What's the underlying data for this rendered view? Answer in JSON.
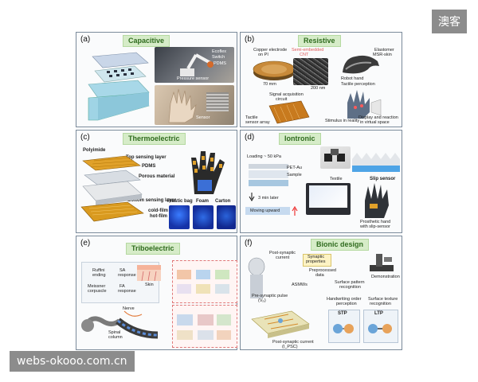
{
  "watermark_top": "澳客",
  "watermark_bottom": "webs-okooo.com.cn",
  "panels": {
    "a": {
      "label": "(a)",
      "title": "Capacitive",
      "annotations": [
        "Ecoflex",
        "Switch",
        "PDMS",
        "Sensor",
        "Pressure sensor"
      ]
    },
    "b": {
      "label": "(b)",
      "title": "Resistive",
      "annotations": [
        "Copper electrode",
        "on PI",
        "Semi-embedded",
        "CNT",
        "70 mm",
        "200 nm",
        "Elastomer",
        "MSR-skin",
        "Robot hand",
        "Signal acquisition",
        "circuit",
        "Tactile",
        "sensor array",
        "Tactile perception",
        "Stimulus in reality",
        "Display and reaction",
        "in virtual space"
      ]
    },
    "c": {
      "label": "(c)",
      "title": "Thermoelectric",
      "annotations": [
        "Polyimide",
        "Top sensing layer",
        "PDMS",
        "Porous material",
        "Bottom sensing layer",
        "cold-film",
        "hot-film",
        "Plastic bag",
        "Foam",
        "Carton"
      ]
    },
    "d": {
      "label": "(d)",
      "title": "Iontronic",
      "annotations": [
        "Loading ~ 50 kPa",
        "PET-Au",
        "Sample",
        "3 min later",
        "Moving upward",
        "Textile",
        "Slip sensor",
        "Prosthetic hand",
        "with slip-sensor"
      ]
    },
    "e": {
      "label": "(e)",
      "title": "Triboelectric",
      "annotations": [
        "Ruffini",
        "ending",
        "SA",
        "response",
        "Meissner",
        "corpuscle",
        "FA",
        "response",
        "Nerve",
        "Skin",
        "Spinal",
        "column"
      ]
    },
    "f": {
      "label": "(f)",
      "title": "Bionic design",
      "annotations": [
        "Post-synaptic",
        "current",
        "Synaptic",
        "properties",
        "Preprocessed",
        "data",
        "Demonstration",
        "Surface pattern",
        "recognition",
        "Handwriting order",
        "perception",
        "Surface texture",
        "recognition",
        "ASMWs",
        "Pre-synaptic pulse",
        "(Vₚ)",
        "Post-synaptic current",
        "(I_PSC)",
        "STP",
        "LTP"
      ]
    }
  }
}
